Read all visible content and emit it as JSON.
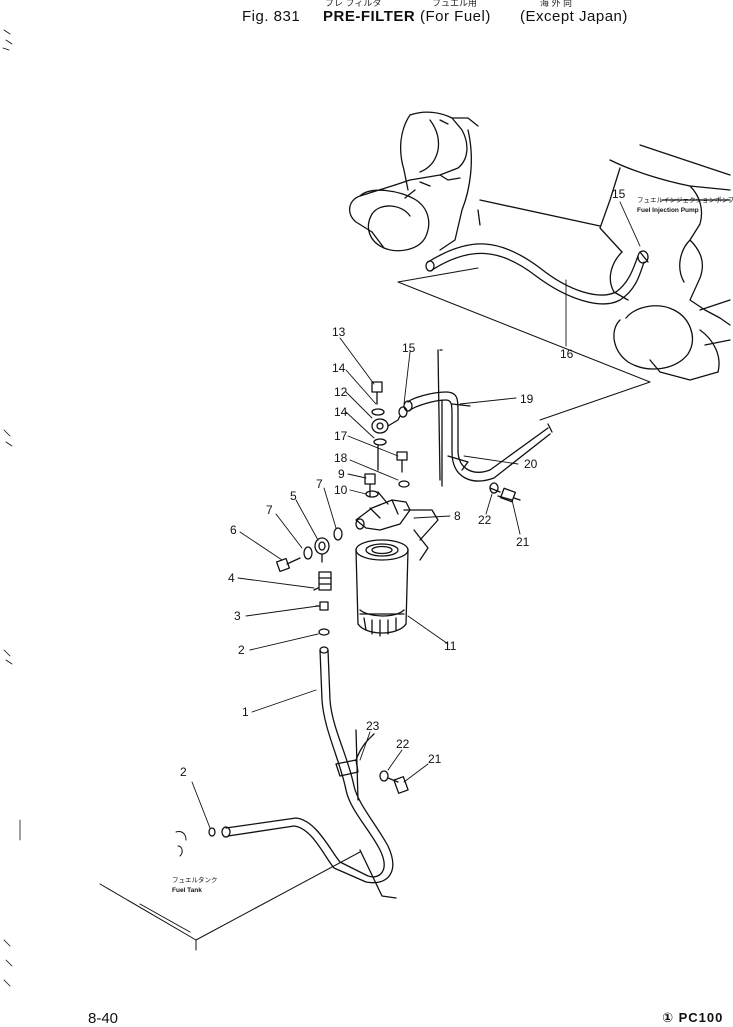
{
  "header": {
    "fig_label": "Fig. 831",
    "title": "PRE-FILTER",
    "subtitle": "(For Fuel)",
    "region": "(Except Japan)",
    "title_jp": "プレ フィルタ",
    "subtitle_jp": "フュエル用",
    "region_jp": "海 外 向"
  },
  "callouts": {
    "injection_pump_jp": "フュエルインジェクションポンプ",
    "injection_pump": "Fuel Injection Pump",
    "fuel_tank_jp": "フュエルタンク",
    "fuel_tank": "Fuel Tank"
  },
  "parts": [
    "1",
    "2",
    "2",
    "3",
    "4",
    "5",
    "6",
    "7",
    "7",
    "8",
    "9",
    "10",
    "11",
    "12",
    "13",
    "14",
    "14",
    "15",
    "15",
    "16",
    "17",
    "18",
    "19",
    "20",
    "21",
    "21",
    "22",
    "22",
    "23"
  ],
  "footer": {
    "page": "8-40",
    "model": "① PC100"
  }
}
